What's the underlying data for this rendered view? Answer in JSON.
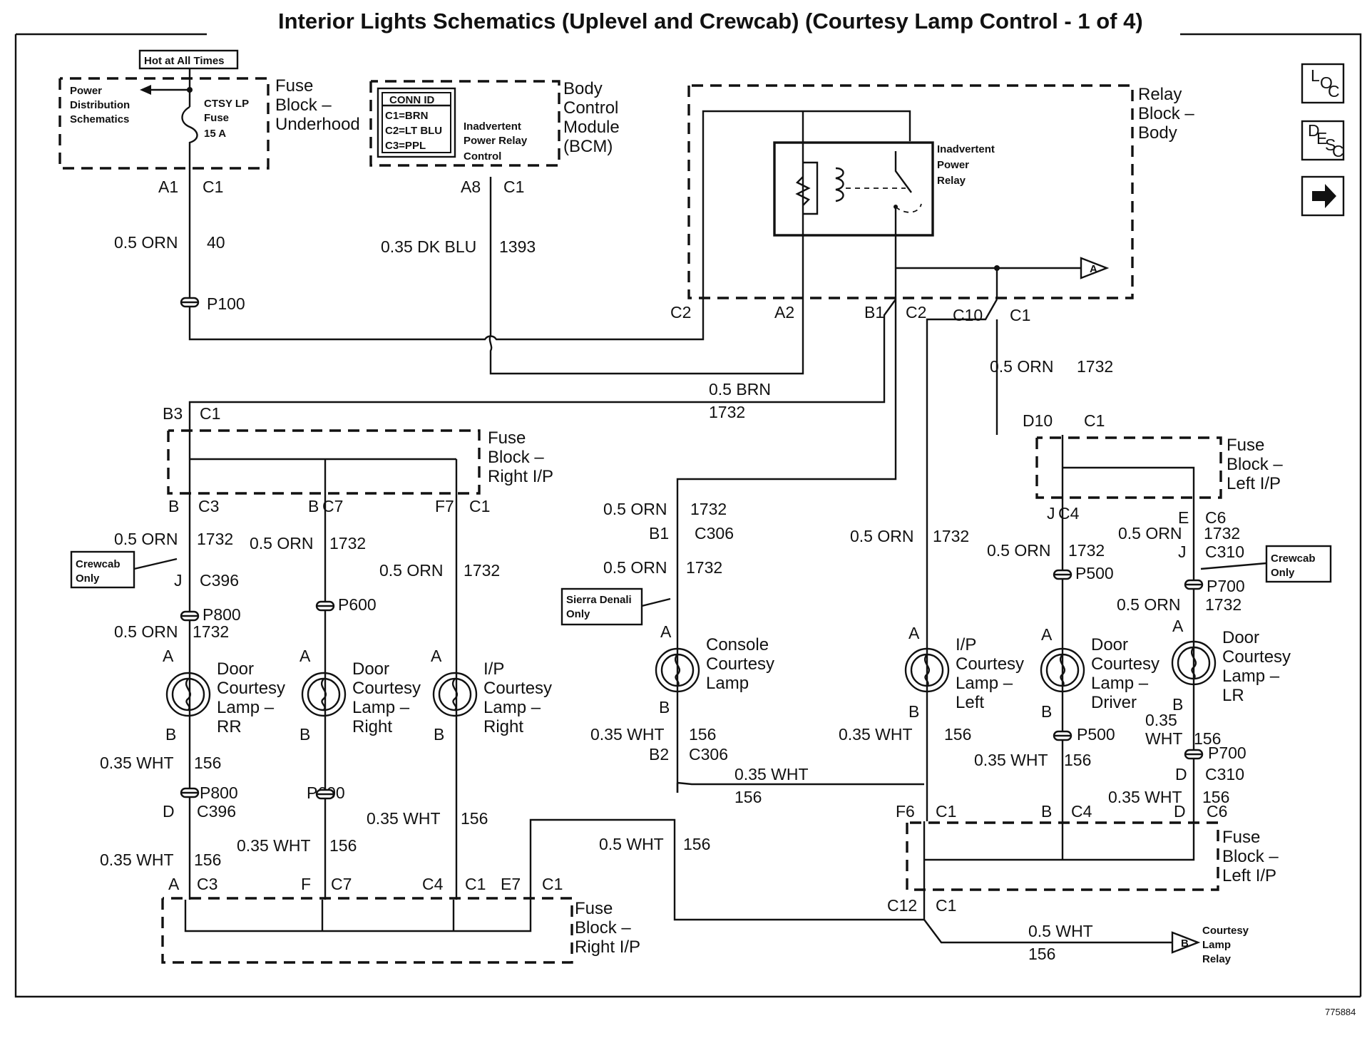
{
  "title": "Interior Lights Schematics (Uplevel and Crewcab) (Courtesy Lamp Control - 1 of 4)",
  "image_id": "775884",
  "nav": {
    "loc": [
      "L",
      "O",
      "C"
    ],
    "desc": [
      "D",
      "E",
      "S",
      "C"
    ],
    "next": "next-arrow"
  },
  "blocks": {
    "hot_at_all_times": "Hot at All Times",
    "pds": [
      "Power",
      "Distribution",
      "Schematics"
    ],
    "fuse_name": [
      "CTSY LP",
      "Fuse",
      "15 A"
    ],
    "fb_underhood": [
      "Fuse",
      "Block –",
      "Underhood"
    ],
    "conn_id": [
      "CONN ID",
      "C1=BRN",
      "C2=LT BLU",
      "C3=PPL"
    ],
    "ipr_control": [
      "Inadvertent",
      "Power Relay",
      "Control"
    ],
    "bcm": [
      "Body",
      "Control",
      "Module",
      "(BCM)"
    ],
    "relay_block": [
      "Relay",
      "Block –",
      "Body"
    ],
    "relay_name": [
      "Inadvertent",
      "Power",
      "Relay"
    ],
    "fb_right_ip": [
      "Fuse",
      "Block –",
      "Right I/P"
    ],
    "fb_left_ip": [
      "Fuse",
      "Block –",
      "Left I/P"
    ],
    "crewcab": [
      "Crewcab",
      "Only"
    ],
    "sierra": [
      "Sierra Denali",
      "Only"
    ],
    "courtesy_relay": [
      "Courtesy",
      "Lamp",
      "Relay"
    ],
    "offpage_a": "A",
    "offpage_b": "B"
  },
  "lamps": [
    {
      "name": [
        "Door",
        "Courtesy",
        "Lamp –",
        "RR"
      ]
    },
    {
      "name": [
        "Door",
        "Courtesy",
        "Lamp –",
        "Right"
      ]
    },
    {
      "name": [
        "I/P",
        "Courtesy",
        "Lamp –",
        "Right"
      ]
    },
    {
      "name": [
        "Console",
        "Courtesy",
        "Lamp"
      ]
    },
    {
      "name": [
        "I/P",
        "Courtesy",
        "Lamp –",
        "Left"
      ]
    },
    {
      "name": [
        "Door",
        "Courtesy",
        "Lamp –",
        "Driver"
      ]
    },
    {
      "name": [
        "Door",
        "Courtesy",
        "Lamp –",
        "LR"
      ]
    }
  ],
  "labels": [
    "A1",
    "C1",
    "0.5 ORN",
    "40",
    "P100",
    "A8",
    "C1",
    "0.35 DK BLU",
    "1393",
    "C2",
    "A2",
    "B1",
    "C2",
    "C10",
    "C1",
    "0.5 BRN",
    "1732",
    "0.5 ORN",
    "1732",
    "B3",
    "C1",
    "D10",
    "C1",
    "B",
    "C3",
    "B",
    "C7",
    "F7",
    "C1",
    "0.5 ORN",
    "1732",
    "0.5 ORN",
    "1732",
    "J",
    "C396",
    "P800",
    "0.5 ORN",
    "1732",
    "P600",
    "0.5 ORN",
    "1732",
    "0.5 ORN",
    "1732",
    "B1",
    "C306",
    "0.5 ORN",
    "1732",
    "0.5 ORN",
    "1732",
    "J",
    "C4",
    "E",
    "C6",
    "0.5 ORN",
    "1732",
    "0.5 ORN",
    "1732",
    "J",
    "C310",
    "P500",
    "P700",
    "0.5 ORN",
    "1732",
    "A",
    "B",
    "A",
    "B",
    "A",
    "B",
    "A",
    "B",
    "A",
    "B",
    "A",
    "B",
    "A",
    "B",
    "0.35 WHT",
    "156",
    "P800",
    "D",
    "C396",
    "0.35 WHT",
    "156",
    "A",
    "C3",
    "P600",
    "0.35 WHT",
    "156",
    "F",
    "C7",
    "0.35 WHT",
    "156",
    "C4",
    "C1",
    "E7",
    "C1",
    "0.35 WHT",
    "156",
    "B2",
    "C306",
    "0.35 WHT",
    "156",
    "0.5 WHT",
    "156",
    "0.35 WHT",
    "156",
    "F6",
    "C1",
    "C12",
    "C1",
    "P500",
    "0.35 WHT",
    "156",
    "B",
    "C4",
    "0.35",
    "WHT",
    "156",
    "P700",
    "D",
    "C310",
    "0.35 WHT",
    "156",
    "D",
    "C6",
    "0.5 WHT",
    "156"
  ]
}
